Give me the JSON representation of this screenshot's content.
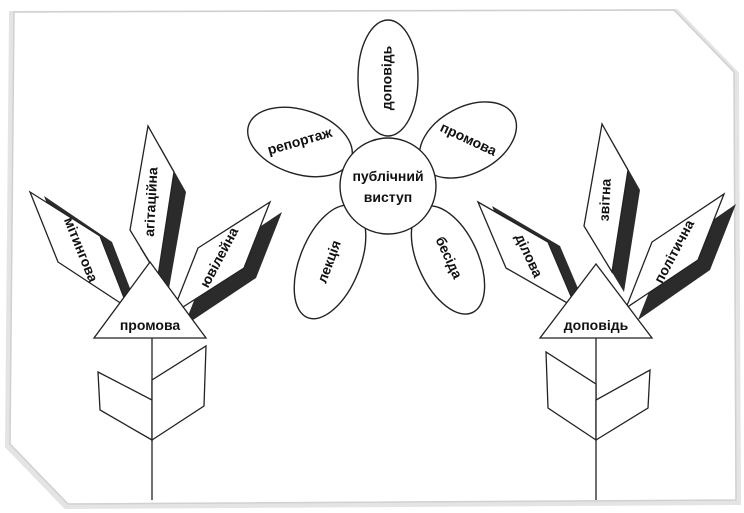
{
  "center_flower": {
    "center": "публічний виступ",
    "center_lines": [
      "публічний",
      "виступ"
    ],
    "petals": [
      "доповідь",
      "промова",
      "бесіда",
      "лекція",
      "репортаж"
    ]
  },
  "left_flower": {
    "base": "промова",
    "leaves": [
      "мітингова",
      "агітаційна",
      "ювілейна"
    ]
  },
  "right_flower": {
    "base": "доповідь",
    "leaves": [
      "ділова",
      "звітна",
      "політична"
    ]
  },
  "colors": {
    "stroke": "#222222",
    "fill": "#ffffff",
    "shadow": "#2b2b2b",
    "frame_shade": "#d9d9d9"
  }
}
